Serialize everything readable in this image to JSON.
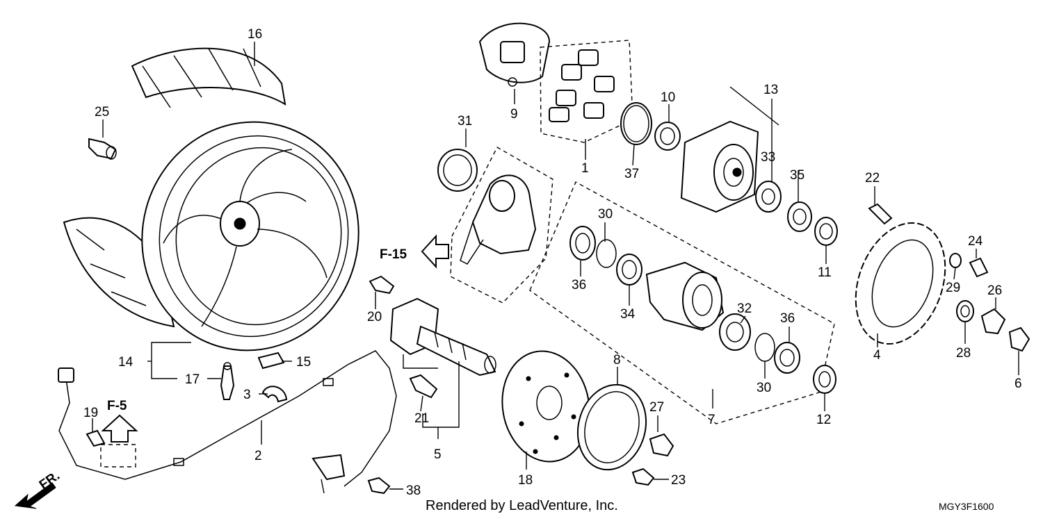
{
  "callouts": {
    "p1": "1",
    "p2": "2",
    "p3": "3",
    "p4": "4",
    "p5": "5",
    "p6": "6",
    "p7": "7",
    "p8": "8",
    "p9": "9",
    "p10": "10",
    "p11": "11",
    "p12": "12",
    "p13": "13",
    "p14": "14",
    "p15": "15",
    "p16": "16",
    "p17": "17",
    "p18": "18",
    "p19": "19",
    "p20": "20",
    "p21": "21",
    "p22": "22",
    "p23": "23",
    "p24": "24",
    "p25": "25",
    "p26": "26",
    "p27": "27",
    "p28": "28",
    "p29": "29",
    "p30a": "30",
    "p30b": "30",
    "p31": "31",
    "p32": "32",
    "p33": "33",
    "p34": "34",
    "p35": "35",
    "p36a": "36",
    "p36b": "36",
    "p37": "37",
    "p38": "38"
  },
  "references": {
    "f15": "F-15",
    "f5": "F-5",
    "front": "FR."
  },
  "footer": {
    "credit": "Rendered by LeadVenture, Inc.",
    "diagram_code": "MGY3F1600"
  }
}
